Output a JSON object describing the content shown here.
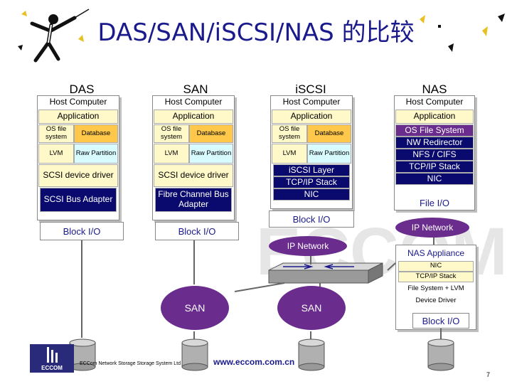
{
  "title": "DAS/SAN/iSCSI/NAS 的比较",
  "das": {
    "heading": "DAS",
    "host": "Host Computer",
    "app": "Application",
    "os_fs": "OS file system",
    "database": "Database",
    "lvm": "LVM",
    "raw": "Raw Partition",
    "scsi_driver": "SCSI device driver",
    "scsi_bus": "SCSI Bus Adapter",
    "block_io": "Block I/O"
  },
  "san": {
    "heading": "SAN",
    "host": "Host Computer",
    "app": "Application",
    "os_fs": "OS file system",
    "database": "Database",
    "lvm": "LVM",
    "raw": "Raw Partition",
    "scsi_driver": "SCSI device driver",
    "fc": "Fibre Channel Bus Adapter",
    "block_io": "Block I/O",
    "cloud": "SAN"
  },
  "iscsi": {
    "heading": "iSCSI",
    "host": "Host Computer",
    "app": "Application",
    "os_fs": "OS file system",
    "database": "Database",
    "lvm": "LVM",
    "raw": "Raw Partition",
    "layer": "iSCSI Layer",
    "tcp": "TCP/IP Stack",
    "nic": "NIC",
    "block_io": "Block I/O",
    "ip_network": "IP Network",
    "cloud": "SAN"
  },
  "nas": {
    "heading": "NAS",
    "host": "Host Computer",
    "app": "Application",
    "os_fs": "OS File System",
    "nw": "NW Redirector",
    "nfs": "NFS / CIFS",
    "tcp": "TCP/IP Stack",
    "nic": "NIC",
    "file_io": "File I/O",
    "ip_network": "IP Network",
    "appliance": "NAS Appliance",
    "app_nic": "NIC",
    "app_tcp": "TCP/IP Stack",
    "app_fs": "File System + LVM",
    "device_driver": "Device Driver",
    "block_io": "Block I/O"
  },
  "footer": {
    "logo": "ECCOM",
    "company": "ECCom Network Storage Storage System Ltd",
    "website": "www.eccom.com.cn",
    "page": "7"
  },
  "watermark": "ECCOM",
  "colors": {
    "title": "#1a1a8c",
    "navy": "#0a0a6e",
    "purple": "#6a2d8e",
    "orange": "#ffc84a",
    "yellow": "#fff8c8",
    "cyan": "#d8fbff"
  }
}
